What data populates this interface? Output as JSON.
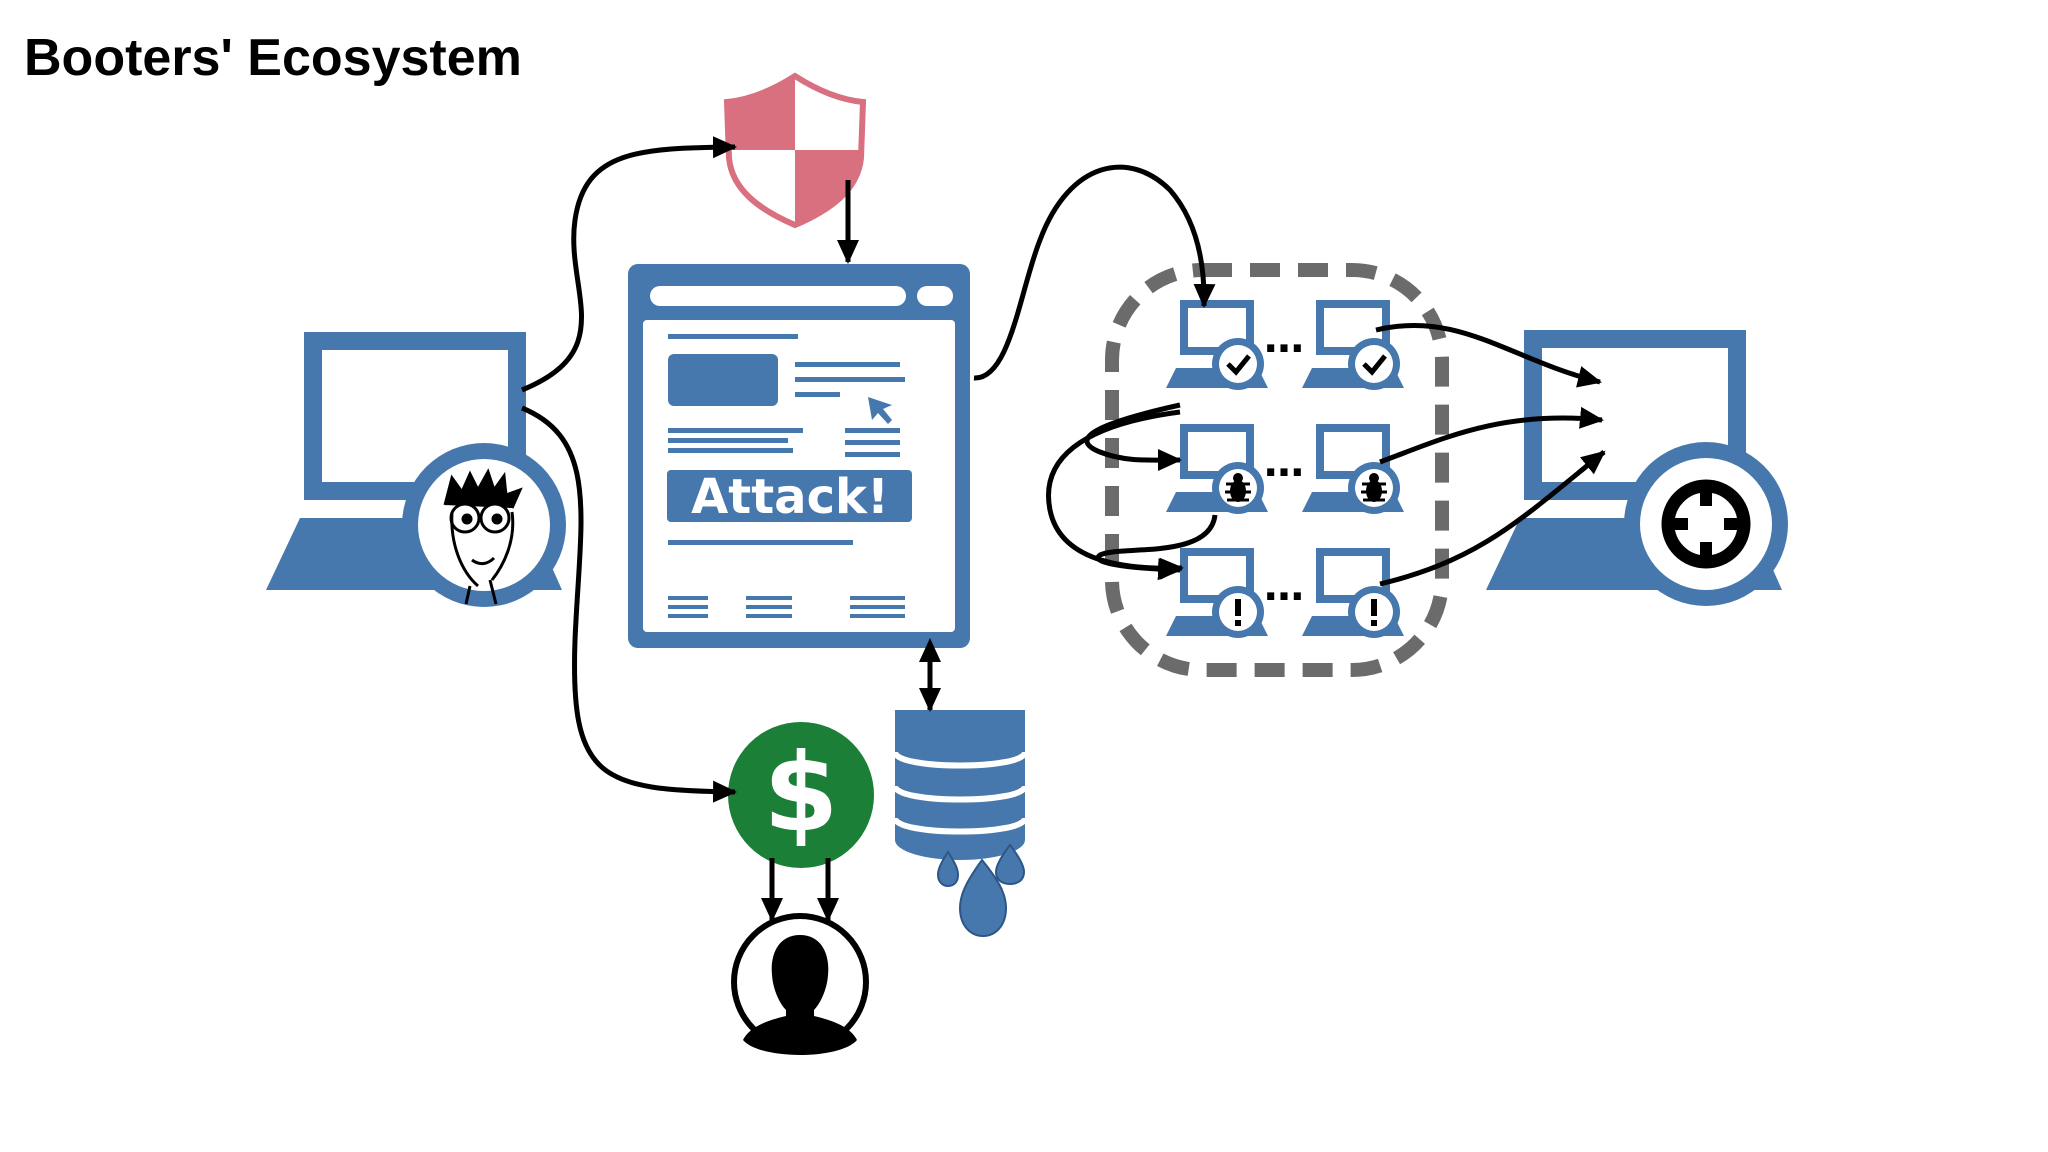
{
  "title": "Booters' Ecosystem",
  "booter_page": {
    "attack_label": "Attack!"
  },
  "colors": {
    "primary_blue": "#4677ad",
    "shield_red": "#d9707f",
    "dollar_green": "#1b7f37",
    "cloud_dash": "#6b6b6b",
    "arrow": "#000000"
  },
  "icons": {
    "attacker": "attacker-laptop-icon",
    "shield": "ddos-protection-shield-icon",
    "booter_website": "booter-website-icon",
    "payment": "dollar-icon",
    "operator": "person-icon",
    "database": "database-icon",
    "leak": "leak-drops-icon",
    "botnet": "botnet-cloud-icon",
    "victim": "victim-laptop-icon"
  },
  "botnet_rows": [
    {
      "status": "check"
    },
    {
      "status": "bug"
    },
    {
      "status": "warning"
    }
  ]
}
